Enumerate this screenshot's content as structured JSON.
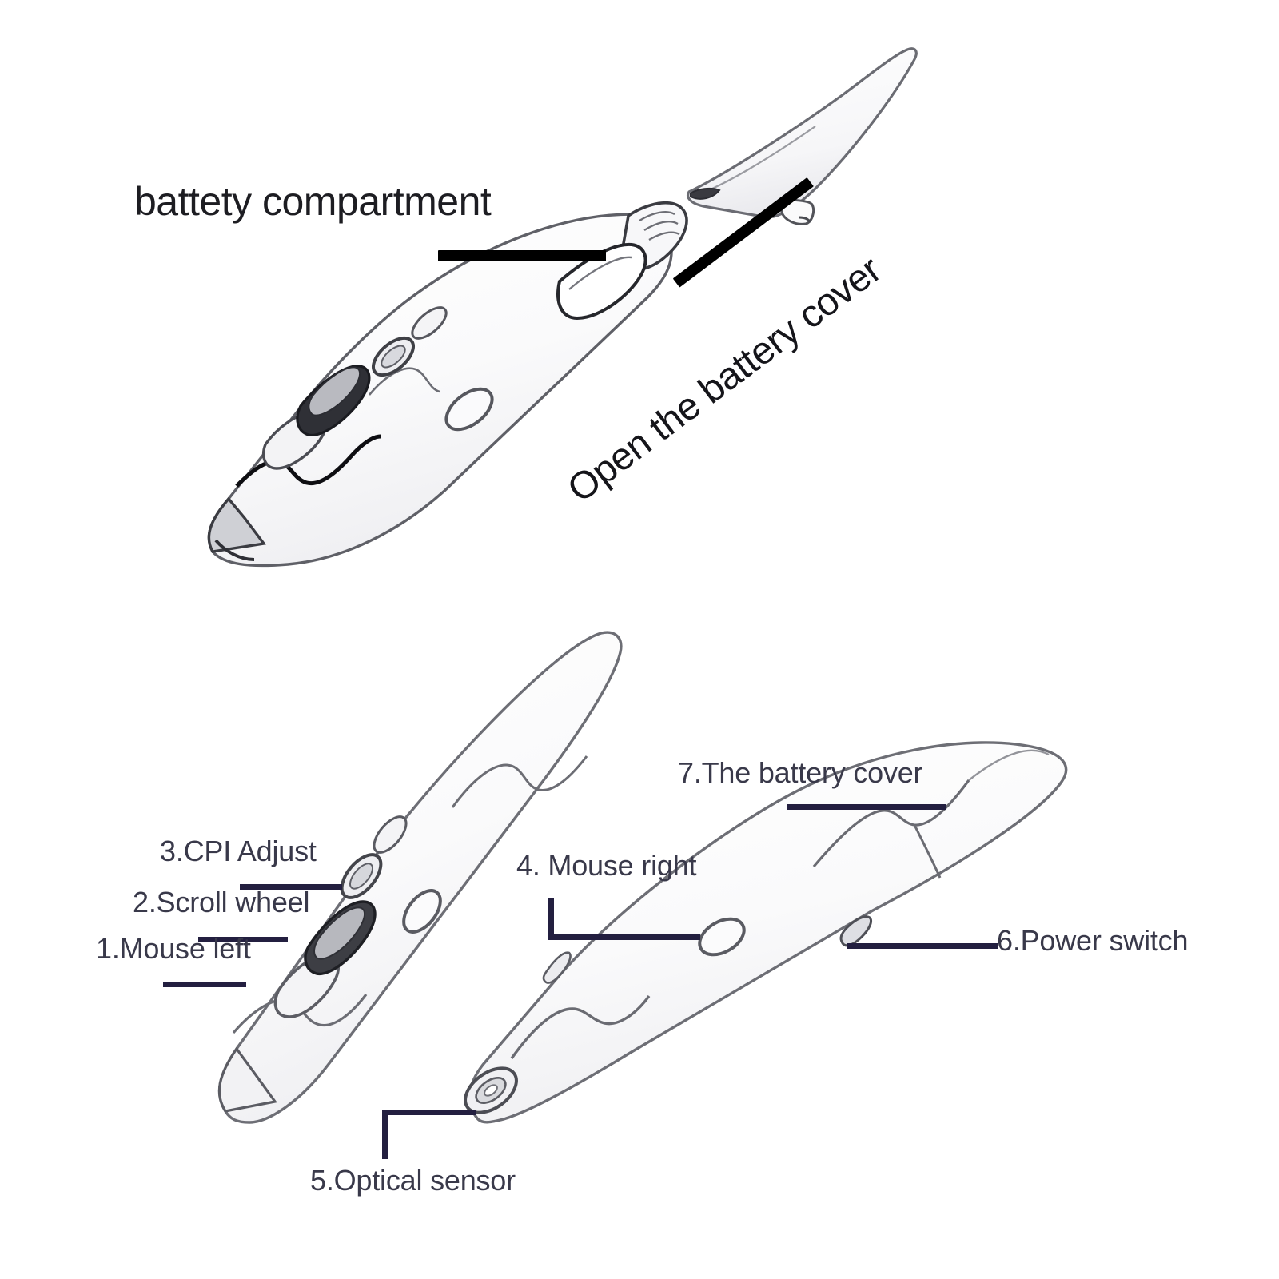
{
  "diagram": {
    "title": "Pen mouse exploded parts diagram",
    "top_section": {
      "labels": [
        {
          "id": "battery-compartment",
          "text": "battety compartment"
        },
        {
          "id": "open-battery-cover",
          "text": "Open the battery cover"
        }
      ]
    },
    "bottom_section": {
      "parts": [
        {
          "number": "1.",
          "text": "1.Mouse left"
        },
        {
          "number": "2.",
          "text": "2.Scroll wheel"
        },
        {
          "number": "3.",
          "text": "3.CPI Adjust"
        },
        {
          "number": "4.",
          "text": "4. Mouse right"
        },
        {
          "number": "5.",
          "text": "5.Optical sensor"
        },
        {
          "number": "6.",
          "text": "6.Power switch"
        },
        {
          "number": "7.",
          "text": "7.The battery cover"
        }
      ]
    }
  },
  "colors": {
    "background": "#ffffff",
    "line_dark": "#000000",
    "leader_navy": "#231f40",
    "text_primary": "#1d1d22",
    "text_label": "#39394a",
    "outline_gray": "#6f7076",
    "body_fill": "#fbfbfc"
  }
}
